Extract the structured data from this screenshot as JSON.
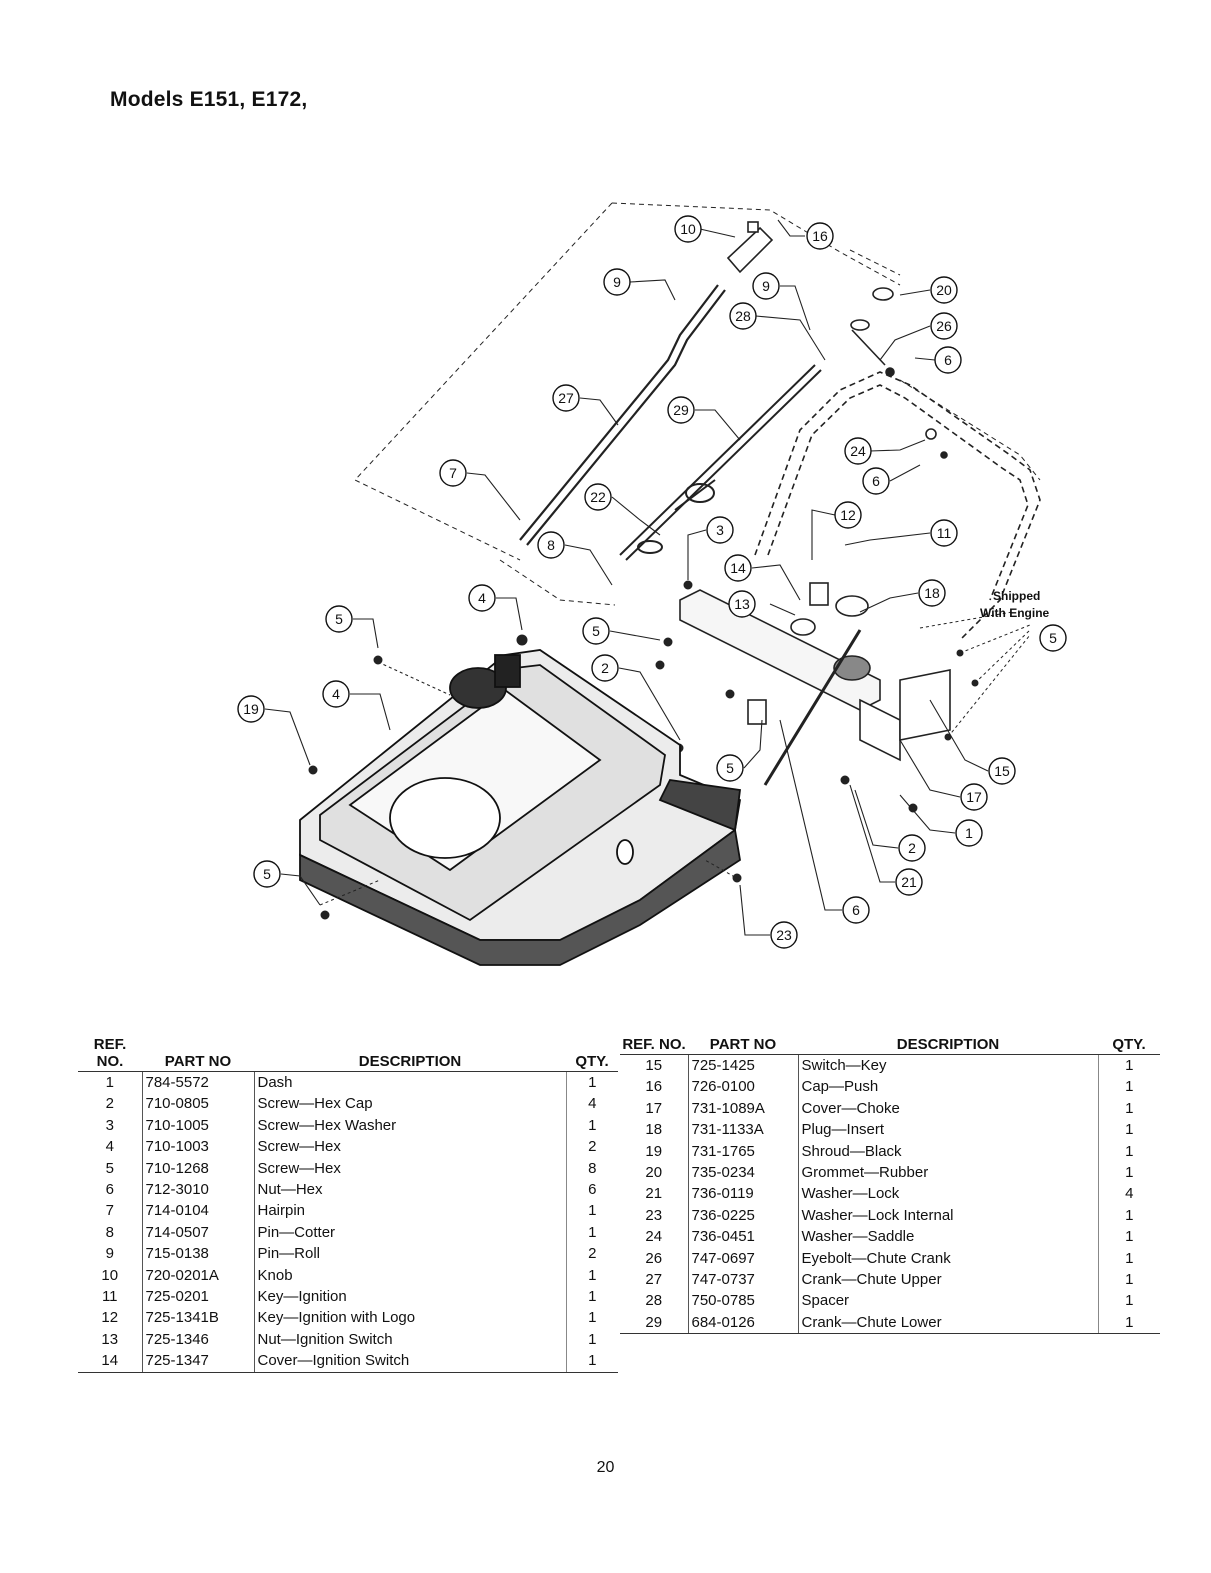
{
  "title": "Models E151, E172,",
  "diagram": {
    "note_line1": "Shipped",
    "note_line2": "With Engine",
    "callouts": [
      "10",
      "16",
      "9",
      "9",
      "20",
      "28",
      "26",
      "6",
      "27",
      "29",
      "24",
      "6",
      "7",
      "22",
      "3",
      "12",
      "11",
      "8",
      "14",
      "13",
      "18",
      "5",
      "4",
      "5",
      "2",
      "4",
      "19",
      "5",
      "15",
      "17",
      "1",
      "2",
      "21",
      "6",
      "23",
      "5",
      "5"
    ]
  },
  "table_headers": {
    "ref": "REF. NO.",
    "part": "PART NO",
    "description": "DESCRIPTION",
    "qty": "QTY."
  },
  "parts_left": [
    {
      "ref": "1",
      "part": "784-5572",
      "desc": "Dash",
      "qty": "1"
    },
    {
      "ref": "2",
      "part": "710-0805",
      "desc": "Screw—Hex Cap",
      "qty": "4"
    },
    {
      "ref": "3",
      "part": "710-1005",
      "desc": "Screw—Hex Washer",
      "qty": "1"
    },
    {
      "ref": "4",
      "part": "710-1003",
      "desc": "Screw—Hex",
      "qty": "2"
    },
    {
      "ref": "5",
      "part": "710-1268",
      "desc": "Screw—Hex",
      "qty": "8"
    },
    {
      "ref": "6",
      "part": "712-3010",
      "desc": "Nut—Hex",
      "qty": "6"
    },
    {
      "ref": "7",
      "part": "714-0104",
      "desc": "Hairpin",
      "qty": "1"
    },
    {
      "ref": "8",
      "part": "714-0507",
      "desc": "Pin—Cotter",
      "qty": "1"
    },
    {
      "ref": "9",
      "part": "715-0138",
      "desc": "Pin—Roll",
      "qty": "2"
    },
    {
      "ref": "10",
      "part": "720-0201A",
      "desc": "Knob",
      "qty": "1"
    },
    {
      "ref": "11",
      "part": "725-0201",
      "desc": "Key—Ignition",
      "qty": "1"
    },
    {
      "ref": "12",
      "part": "725-1341B",
      "desc": "Key—Ignition with Logo",
      "qty": "1"
    },
    {
      "ref": "13",
      "part": "725-1346",
      "desc": "Nut—Ignition Switch",
      "qty": "1"
    },
    {
      "ref": "14",
      "part": "725-1347",
      "desc": "Cover—Ignition Switch",
      "qty": "1"
    }
  ],
  "parts_right": [
    {
      "ref": "15",
      "part": "725-1425",
      "desc": "Switch—Key",
      "qty": "1"
    },
    {
      "ref": "16",
      "part": "726-0100",
      "desc": "Cap—Push",
      "qty": "1"
    },
    {
      "ref": "17",
      "part": "731-1089A",
      "desc": "Cover—Choke",
      "qty": "1"
    },
    {
      "ref": "18",
      "part": "731-1133A",
      "desc": "Plug—Insert",
      "qty": "1"
    },
    {
      "ref": "19",
      "part": "731-1765",
      "desc": "Shroud—Black",
      "qty": "1"
    },
    {
      "ref": "20",
      "part": "735-0234",
      "desc": "Grommet—Rubber",
      "qty": "1"
    },
    {
      "ref": "21",
      "part": "736-0119",
      "desc": "Washer—Lock",
      "qty": "4"
    },
    {
      "ref": "23",
      "part": "736-0225",
      "desc": "Washer—Lock Internal",
      "qty": "1"
    },
    {
      "ref": "24",
      "part": "736-0451",
      "desc": "Washer—Saddle",
      "qty": "1"
    },
    {
      "ref": "26",
      "part": "747-0697",
      "desc": "Eyebolt—Chute Crank",
      "qty": "1"
    },
    {
      "ref": "27",
      "part": "747-0737",
      "desc": "Crank—Chute Upper",
      "qty": "1"
    },
    {
      "ref": "28",
      "part": "750-0785",
      "desc": "Spacer",
      "qty": "1"
    },
    {
      "ref": "29",
      "part": "684-0126",
      "desc": "Crank—Chute Lower",
      "qty": "1"
    }
  ],
  "page_number": "20"
}
